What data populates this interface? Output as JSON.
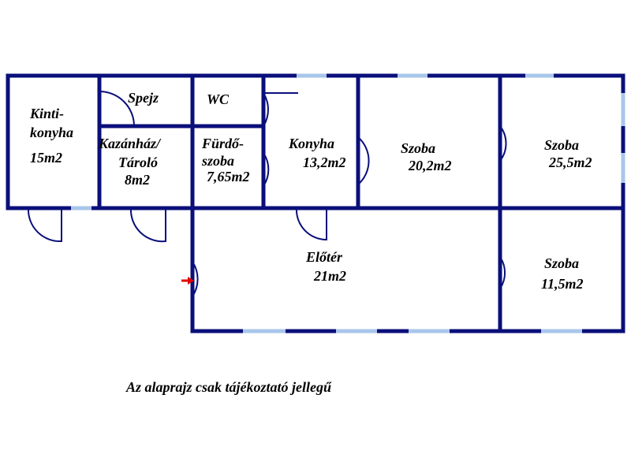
{
  "colors": {
    "wall": "#0a0f7a",
    "window": "#a9c6ea",
    "entrance_arrow": "#e60000"
  },
  "rooms": [
    {
      "id": "kinti-konyha",
      "lines": [
        "Kinti-",
        "konyha",
        "15m2"
      ]
    },
    {
      "id": "spejz",
      "lines": [
        "Spejz"
      ]
    },
    {
      "id": "wc",
      "lines": [
        "WC"
      ]
    },
    {
      "id": "kazanhaz",
      "lines": [
        "Kazánház/",
        "Tároló",
        "8m2"
      ]
    },
    {
      "id": "furdoszoba",
      "lines": [
        "Fürdő-",
        "szoba",
        "7,65m2"
      ]
    },
    {
      "id": "konyha",
      "lines": [
        "Konyha",
        "13,2m2"
      ]
    },
    {
      "id": "szoba-1",
      "lines": [
        "Szoba",
        "20,2m2"
      ]
    },
    {
      "id": "szoba-2",
      "lines": [
        "Szoba",
        "25,5m2"
      ]
    },
    {
      "id": "eloter",
      "lines": [
        "Előtér",
        "21m2"
      ]
    },
    {
      "id": "szoba-3",
      "lines": [
        "Szoba",
        "11,5m2"
      ]
    }
  ],
  "note": "Az alaprajz csak tájékoztató jellegű",
  "entrance_icon": "red-arrow-icon"
}
